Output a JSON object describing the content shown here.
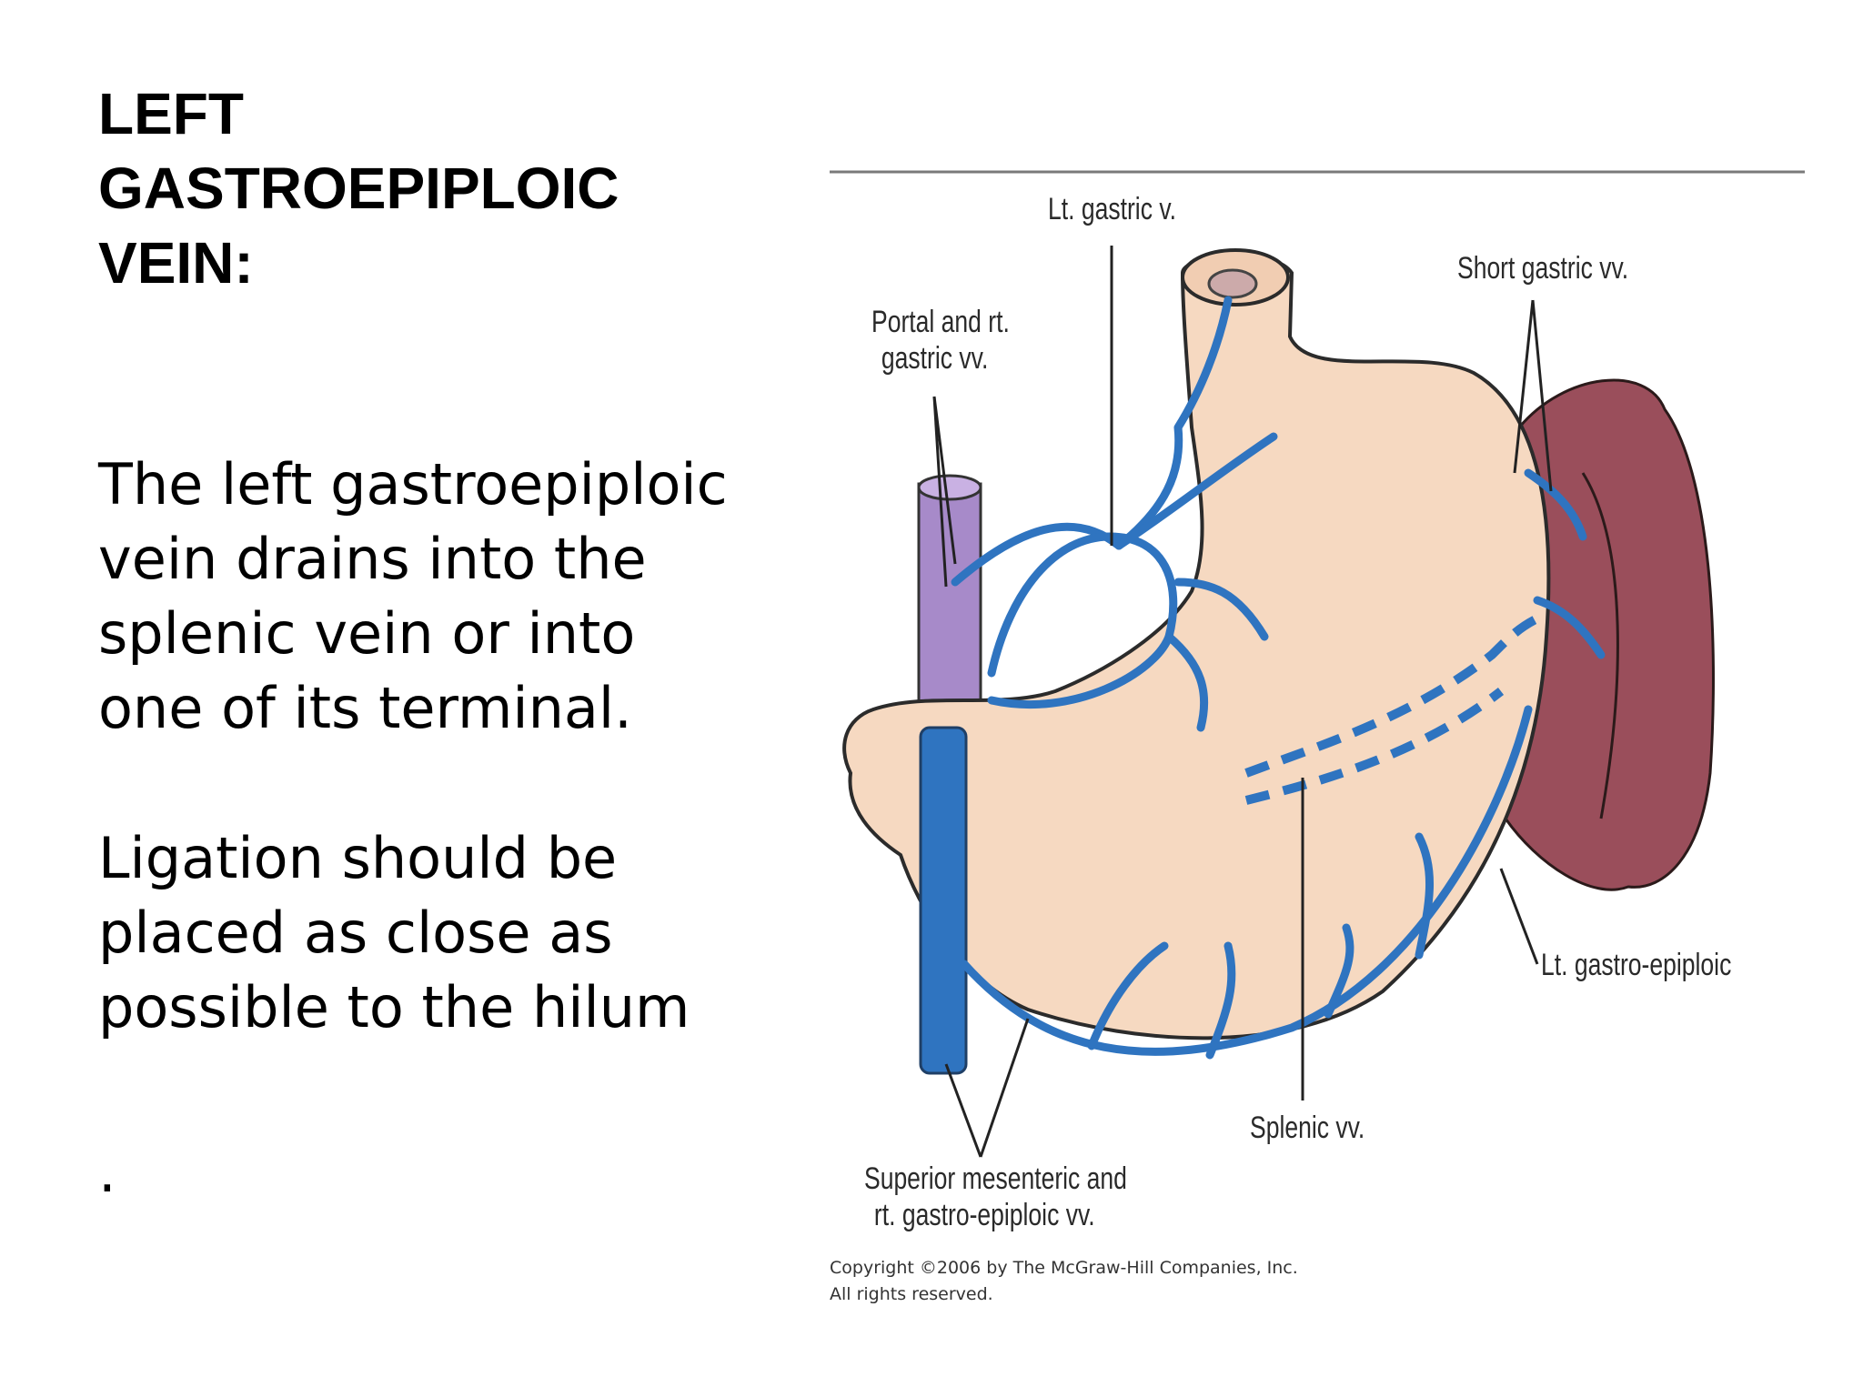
{
  "slide": {
    "title_lines": [
      "LEFT",
      "GASTROEPIPLOIC",
      "VEIN:"
    ],
    "paragraph1_lines": [
      "The left gastroepiploic",
      "vein drains into the",
      "splenic vein or into",
      "one of its terminal."
    ],
    "paragraph2_lines": [
      "Ligation should be",
      "placed as close as",
      "possible to the hilum"
    ],
    "trailing_mark": "."
  },
  "figure": {
    "labels": {
      "lt_gastric": "Lt. gastric v.",
      "short_gastric": "Short gastric vv.",
      "portal_lines": [
        "Portal and rt.",
        "gastric vv."
      ],
      "lt_gastro_epiploic": "Lt. gastro-epiploic",
      "splenic": "Splenic vv.",
      "sup_mesenteric_lines": [
        "Superior mesenteric and",
        "rt. gastro-epiploic vv."
      ]
    },
    "copyright_lines": [
      "Copyright ©2006 by The McGraw-Hill Companies, Inc.",
      "All rights reserved."
    ],
    "colors": {
      "vein": "#2f74c0",
      "stomach": "#f6d9c1",
      "spleen": "#9a4e5b",
      "portal_tube": "#a78ac9"
    }
  }
}
